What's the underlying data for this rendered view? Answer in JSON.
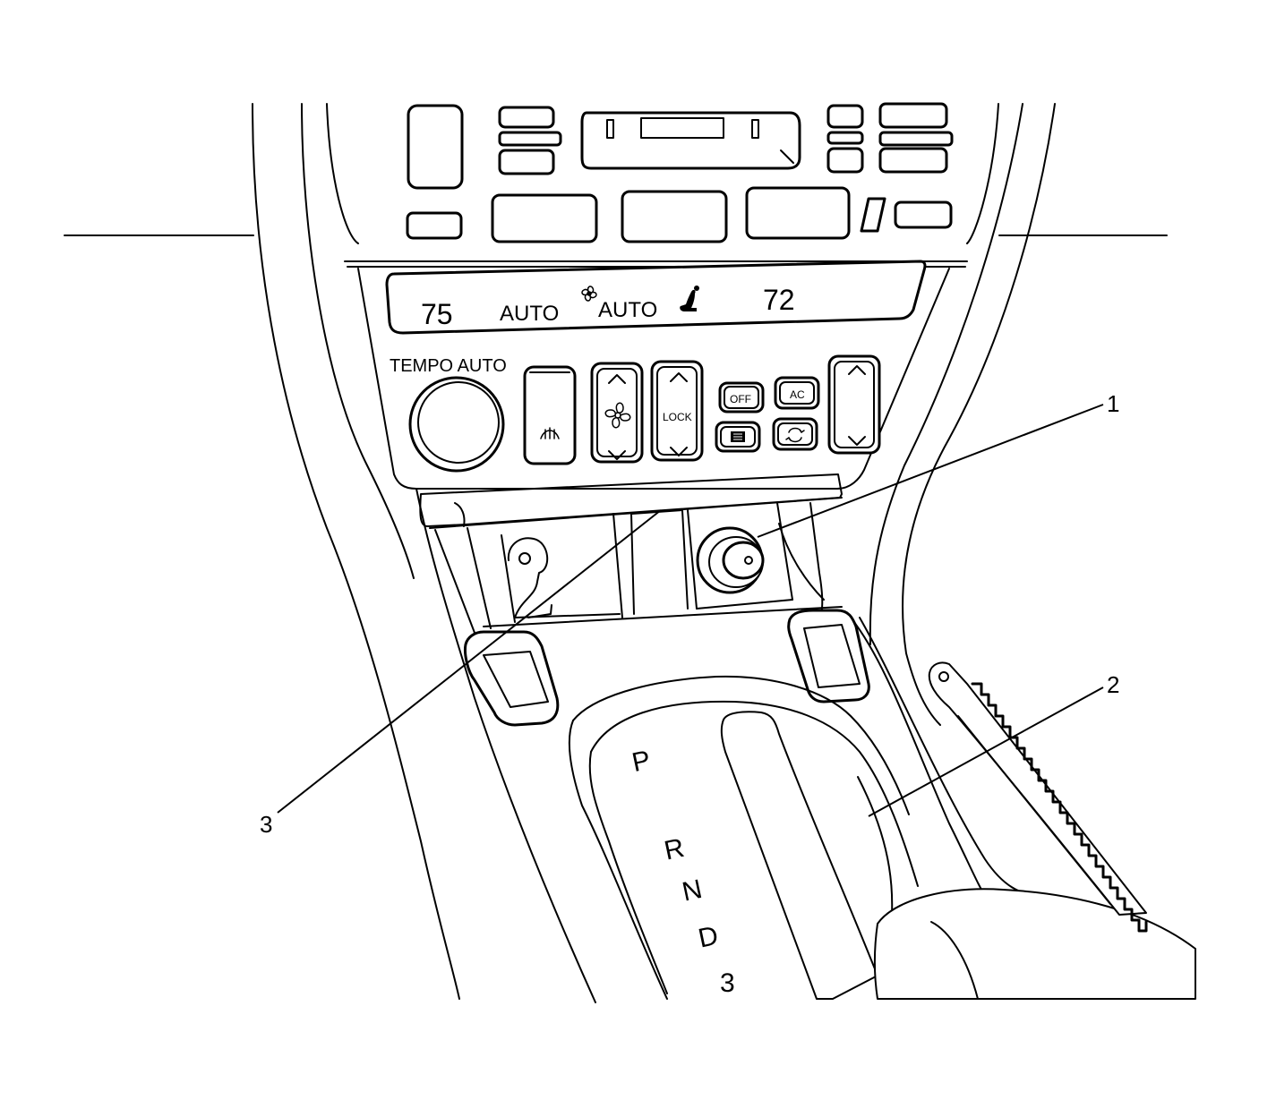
{
  "display": {
    "left_temp": "75",
    "left_mode": "AUTO",
    "fan_mode": "AUTO",
    "right_temp": "72"
  },
  "controls": {
    "knob_label": "TEMPO AUTO",
    "lock_label": "LOCK",
    "off_label": "OFF",
    "ac_label": "AC"
  },
  "shifter": {
    "positions": [
      "P",
      "R",
      "N",
      "D",
      "3"
    ]
  },
  "callouts": [
    "1",
    "2",
    "3"
  ],
  "icons": {
    "fan": "fan-icon",
    "seat": "seat-icon",
    "defrost_front": "front-defrost-icon",
    "defrost_rear": "rear-defrost-icon",
    "recirculation": "recirculation-icon"
  }
}
